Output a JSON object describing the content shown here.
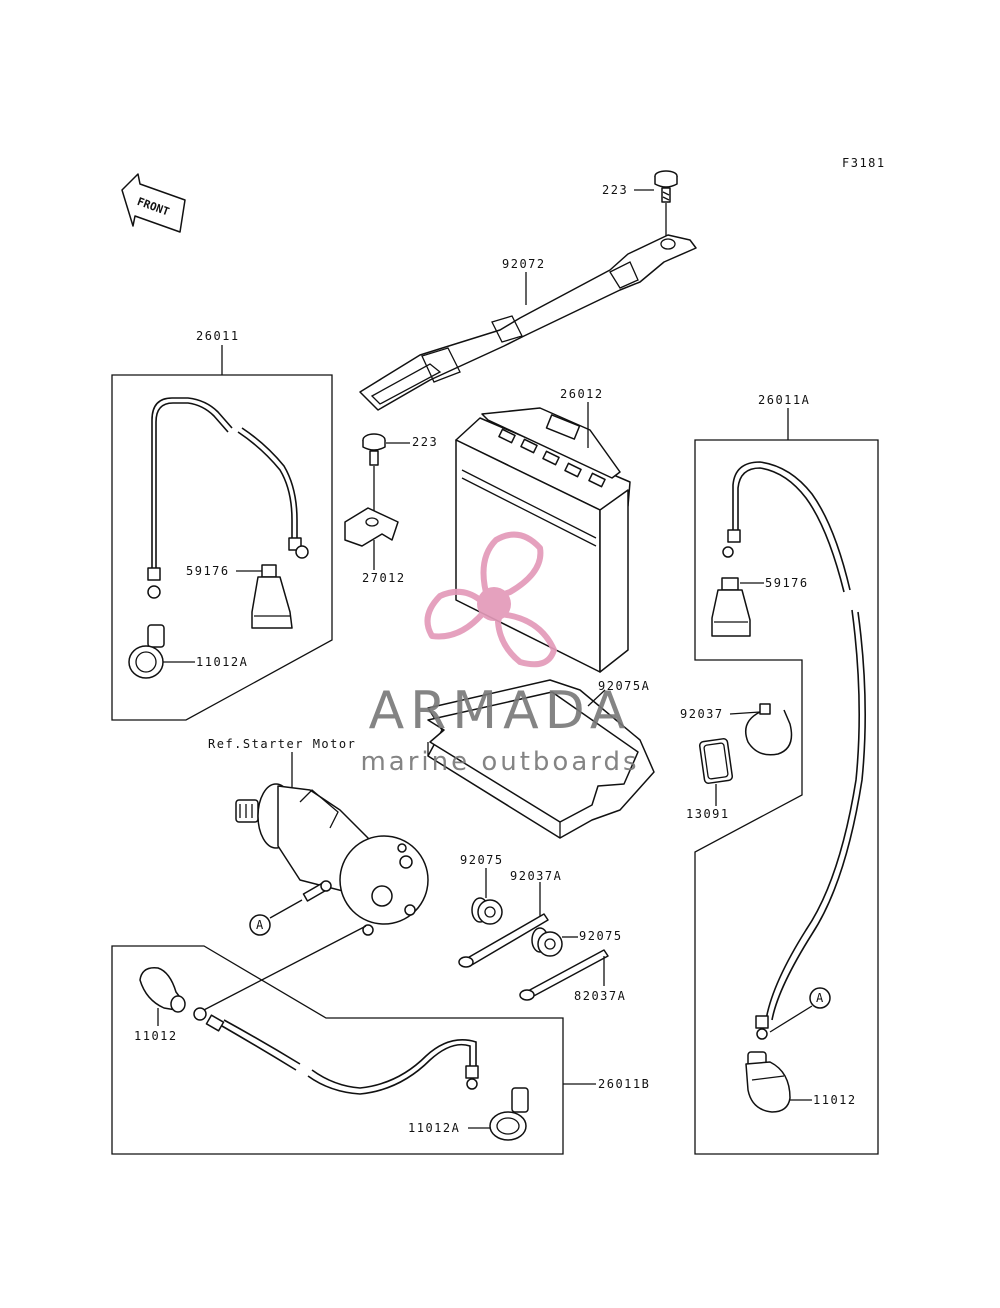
{
  "figure_code": "F3181",
  "front_label": "FRONT",
  "starter_ref": "Ref.Starter Motor",
  "labels": {
    "p223_top": "223",
    "p92072": "92072",
    "p26011": "26011",
    "p26012": "26012",
    "p223_mid": "223",
    "p27012": "27012",
    "p59176_left": "59176",
    "p11012A_left": "11012A",
    "p26011A": "26011A",
    "p59176_right": "59176",
    "p92075A": "92075A",
    "p92037": "92037",
    "p13091": "13091",
    "p92075_a": "92075",
    "p92037A_a": "92037A",
    "p92075_b": "92075",
    "p82037A": "82037A",
    "p11012_left": "11012",
    "p26011B": "26011B",
    "p11012A_bottom": "11012A",
    "p11012_right": "11012",
    "ref_a_left": "A",
    "ref_a_right": "A"
  },
  "watermark": {
    "brand": "ARMADA",
    "tagline": "marine outboards",
    "logo_color": "#e39ab9",
    "text_color": "#777777"
  }
}
